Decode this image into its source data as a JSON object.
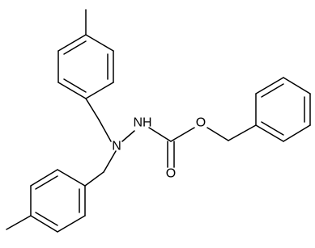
{
  "molecule": {
    "atom_labels": {
      "nh": "NH",
      "n": "N",
      "o_ester": "O",
      "o_carbonyl": "O"
    },
    "colors": {
      "bond": "#000000",
      "label": "#000000",
      "background": "#ffffff"
    }
  }
}
